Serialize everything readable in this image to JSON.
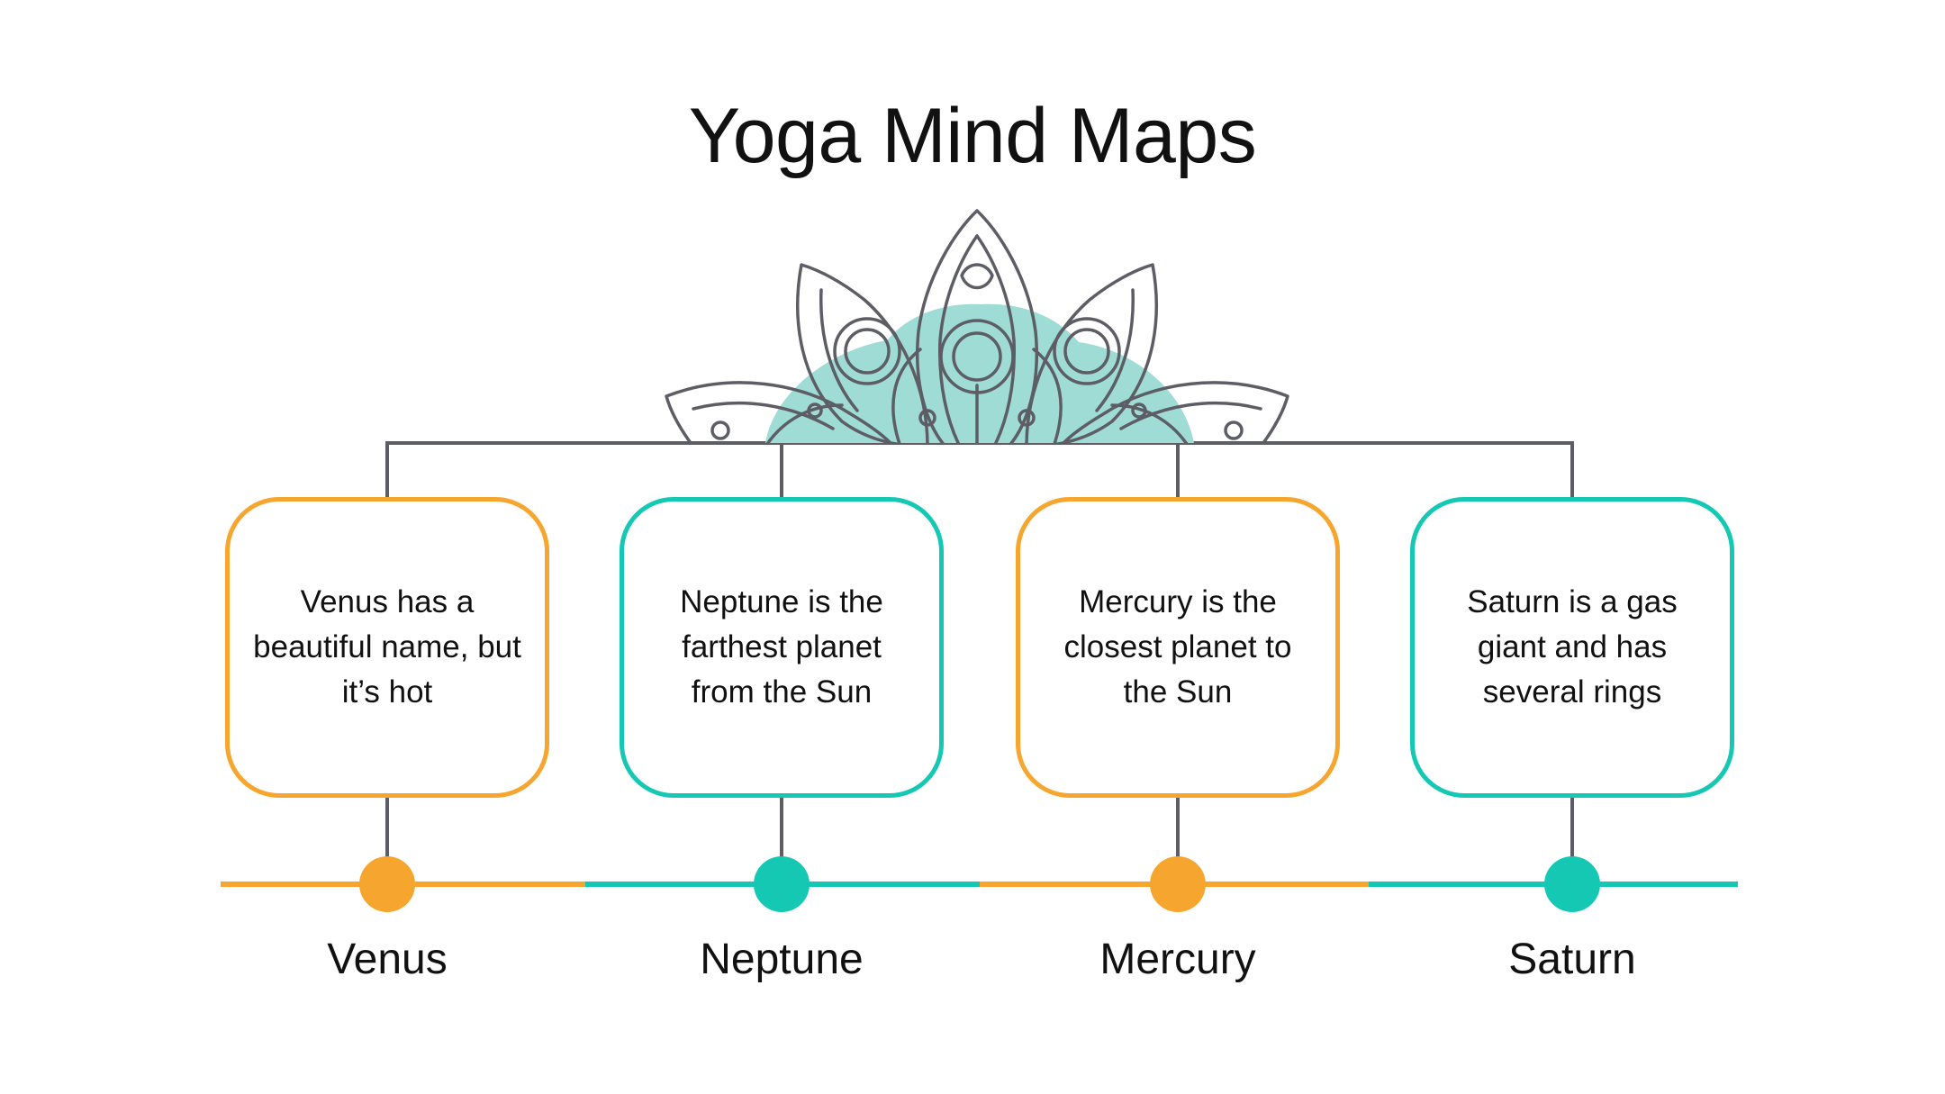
{
  "title": "Yoga Mind Maps",
  "colors": {
    "orange": "#F6A52E",
    "teal": "#14C8B4",
    "line_gray": "#5D5D66",
    "mandala_fill": "#9FDCD5"
  },
  "items": [
    {
      "label": "Venus",
      "text": "Venus has a beautiful name, but it’s hot",
      "color": "orange"
    },
    {
      "label": "Neptune",
      "text": "Neptune is the farthest planet from the Sun",
      "color": "teal"
    },
    {
      "label": "Mercury",
      "text": "Mercury is the closest planet to the Sun",
      "color": "orange"
    },
    {
      "label": "Saturn",
      "text": "Saturn is a gas giant and has several rings",
      "color": "teal"
    }
  ]
}
